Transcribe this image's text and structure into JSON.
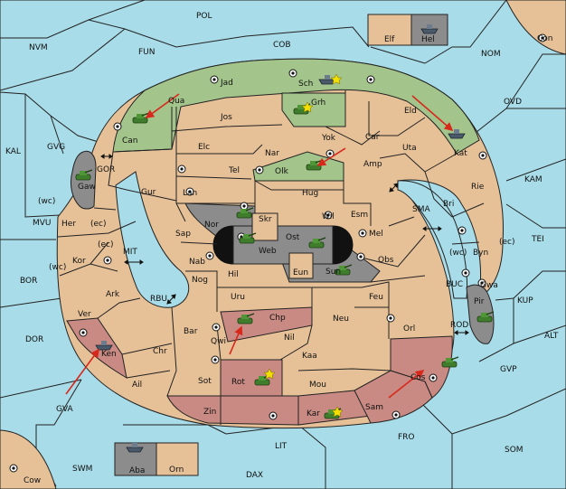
{
  "colors": {
    "sea": "#a8dce8",
    "land": "#e6c198",
    "green_power": "#a3c48a",
    "red_power": "#c88a82",
    "grey_power": "#8c8c8c",
    "move_arrow": "#d8281c"
  },
  "sea_labels": [
    "POL",
    "NVM",
    "FUN",
    "COB",
    "NOM",
    "Con",
    "OVD",
    "KAL",
    "GVG",
    "GOR",
    "KAM",
    "SMA",
    "MVU",
    "MIT",
    "TEI",
    "BOR",
    "RBU",
    "BUC",
    "KUP",
    "DOR",
    "ROD",
    "ALT",
    "GVP",
    "GVA",
    "FRO",
    "SOM",
    "LIT",
    "SWM",
    "DAX",
    "Cow"
  ],
  "land_labels": [
    "Elf",
    "Hel",
    "Jad",
    "Sch",
    "Qua",
    "Grh",
    "Jos",
    "Eld",
    "Can",
    "Yok",
    "Car",
    "Elc",
    "Nar",
    "Uta",
    "Olk",
    "Tel",
    "Amp",
    "Kat",
    "Gur",
    "Lan",
    "Hug",
    "Rie",
    "Gaw",
    "Bri",
    "Wil",
    "Esm",
    "Skr",
    "Nor",
    "Sap",
    "Ost",
    "Mel",
    "Web",
    "Her",
    "Byn",
    "Kor",
    "Nab",
    "Eun",
    "Sun",
    "Obs",
    "Hil",
    "Nog",
    "Gwa",
    "Ark",
    "Uru",
    "Feu",
    "Pir",
    "Ver",
    "Chp",
    "Neu",
    "Bar",
    "Qwi",
    "Nil",
    "Orl",
    "Chr",
    "Ken",
    "Kaa",
    "Ail",
    "Sot",
    "Rot",
    "Mou",
    "Cos",
    "Zin",
    "Kar",
    "Sam",
    "Aba",
    "Orn"
  ],
  "coast_tags": [
    "(wc)",
    "(ec)",
    "(ec)",
    "(wc)",
    "(wc)",
    "(ec)"
  ],
  "unit_icons": [
    "tank-icon",
    "ship-icon"
  ],
  "marker_icons": [
    "supply-center-icon",
    "star-icon",
    "move-arrow-icon",
    "double-arrow-icon"
  ]
}
